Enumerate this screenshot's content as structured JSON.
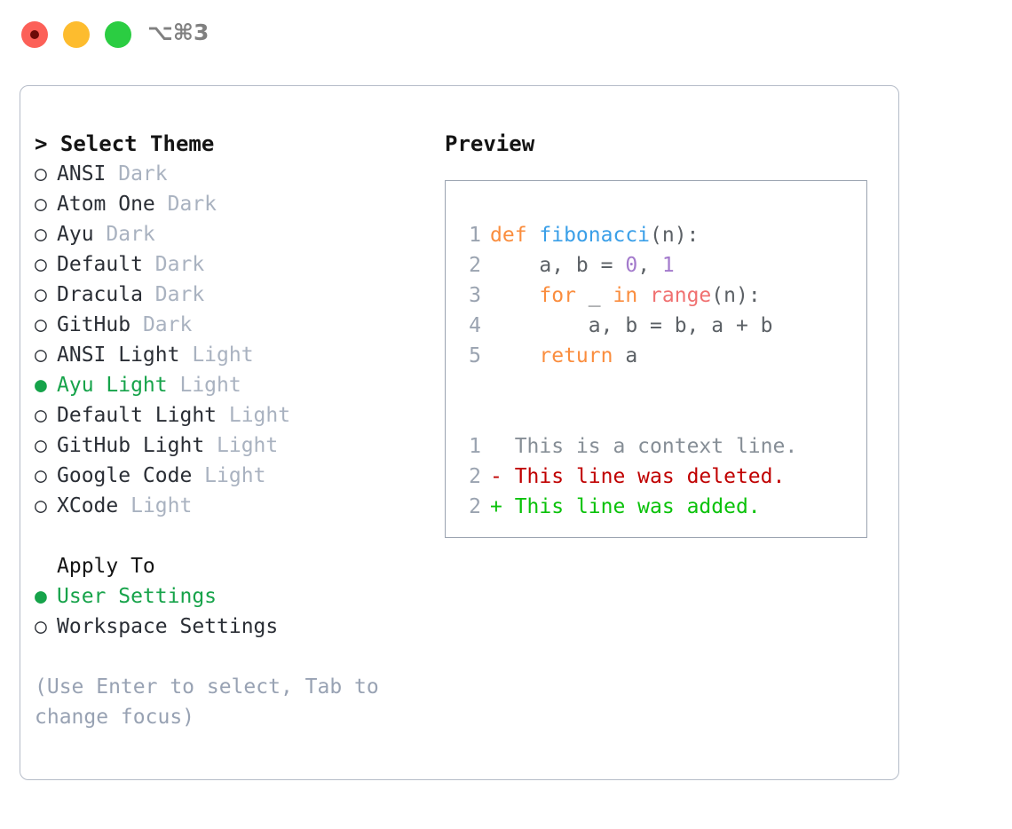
{
  "titlebar": {
    "shortcut": "⌥⌘3",
    "lights": [
      {
        "name": "close",
        "color": "#fc6058"
      },
      {
        "name": "minimize",
        "color": "#fdbc2e"
      },
      {
        "name": "maximize",
        "color": "#2bcd42"
      }
    ]
  },
  "left": {
    "heading_caret": "> ",
    "heading": "Select Theme",
    "themes": [
      {
        "bullet": "○",
        "name": "ANSI",
        "suffix": " Dark",
        "selected": false
      },
      {
        "bullet": "○",
        "name": "Atom One",
        "suffix": " Dark",
        "selected": false
      },
      {
        "bullet": "○",
        "name": "Ayu",
        "suffix": " Dark",
        "selected": false
      },
      {
        "bullet": "○",
        "name": "Default",
        "suffix": " Dark",
        "selected": false
      },
      {
        "bullet": "○",
        "name": "Dracula",
        "suffix": " Dark",
        "selected": false
      },
      {
        "bullet": "○",
        "name": "GitHub",
        "suffix": " Dark",
        "selected": false
      },
      {
        "bullet": "○",
        "name": "ANSI Light",
        "suffix": " Light",
        "selected": false
      },
      {
        "bullet": "●",
        "name": "Ayu Light",
        "suffix": " Light",
        "selected": true
      },
      {
        "bullet": "○",
        "name": "Default Light",
        "suffix": " Light",
        "selected": false
      },
      {
        "bullet": "○",
        "name": "GitHub Light",
        "suffix": " Light",
        "selected": false
      },
      {
        "bullet": "○",
        "name": "Google Code",
        "suffix": " Light",
        "selected": false
      },
      {
        "bullet": "○",
        "name": "XCode",
        "suffix": " Light",
        "selected": false
      }
    ],
    "apply_to_label": "Apply To",
    "apply_to": [
      {
        "bullet": "●",
        "name": "User Settings",
        "suffix": "",
        "selected": true
      },
      {
        "bullet": "○",
        "name": "Workspace Settings",
        "suffix": "",
        "selected": false
      }
    ],
    "hint": "(Use Enter to select, Tab to change focus)"
  },
  "preview": {
    "title": "Preview",
    "code_lines": [
      {
        "ln": "1",
        "tokens": [
          {
            "t": "def ",
            "c": "kw"
          },
          {
            "t": "fibonacci",
            "c": "fn"
          },
          {
            "t": "(n):",
            "c": "punc"
          }
        ]
      },
      {
        "ln": "2",
        "tokens": [
          {
            "t": "    a, b = ",
            "c": "var"
          },
          {
            "t": "0",
            "c": "num"
          },
          {
            "t": ", ",
            "c": "var"
          },
          {
            "t": "1",
            "c": "num"
          }
        ]
      },
      {
        "ln": "3",
        "tokens": [
          {
            "t": "    ",
            "c": "var"
          },
          {
            "t": "for",
            "c": "kw"
          },
          {
            "t": " _ ",
            "c": "var"
          },
          {
            "t": "in",
            "c": "kw"
          },
          {
            "t": " ",
            "c": "var"
          },
          {
            "t": "range",
            "c": "call"
          },
          {
            "t": "(n):",
            "c": "punc"
          }
        ]
      },
      {
        "ln": "4",
        "tokens": [
          {
            "t": "        a, b = b, a + b",
            "c": "var"
          }
        ]
      },
      {
        "ln": "5",
        "tokens": [
          {
            "t": "    ",
            "c": "var"
          },
          {
            "t": "return",
            "c": "kw"
          },
          {
            "t": " a",
            "c": "var"
          }
        ]
      }
    ],
    "diff_lines": [
      {
        "ln": "1",
        "marker": "  ",
        "text": "This is a context line.",
        "kind": "diff-ctx"
      },
      {
        "ln": "2",
        "marker": "- ",
        "text": "This line was deleted.",
        "kind": "diff-del"
      },
      {
        "ln": "2",
        "marker": "+ ",
        "text": "This line was added.",
        "kind": "diff-add"
      }
    ]
  },
  "colors": {
    "selected_green": "#16a34a",
    "added_green": "#0ac20a",
    "deleted_red": "#c00000",
    "keyword_orange": "#fa8d3e",
    "function_blue": "#3a9fe8",
    "number_purple": "#a37acc",
    "call_red": "#f07171",
    "muted_gray": "#a9b2c0",
    "panel_border": "#b5bcc8",
    "code_border": "#9aa3b0"
  }
}
